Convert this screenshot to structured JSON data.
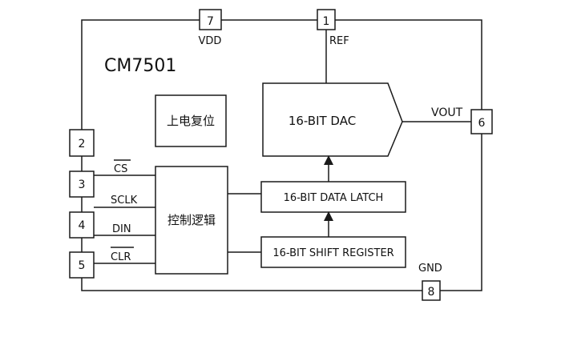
{
  "chip": {
    "name": "CM7501"
  },
  "blocks": {
    "power_on_reset": "上电复位",
    "control_logic": "控制逻辑",
    "dac": "16-BIT DAC",
    "data_latch": "16-BIT DATA LATCH",
    "shift_register": "16-BIT SHIFT REGISTER"
  },
  "pins": {
    "p1": "1",
    "p2": "2",
    "p3": "3",
    "p4": "4",
    "p5": "5",
    "p6": "6",
    "p7": "7",
    "p8": "8"
  },
  "signals": {
    "vdd": "VDD",
    "ref": "REF",
    "vout": "VOUT",
    "gnd": "GND",
    "cs": "CS",
    "sclk": "SCLK",
    "din": "DIN",
    "clr": "CLR"
  },
  "colors": {
    "line": "#1a1a1a",
    "background": "#ffffff"
  }
}
